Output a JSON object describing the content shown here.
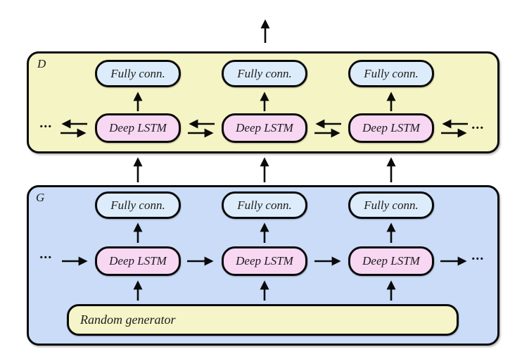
{
  "diagram": {
    "discriminator_label": "D",
    "generator_label": "G",
    "fully_connected_label": "Fully conn.",
    "deep_lstm_label": "Deep LSTM",
    "random_generator_label": "Random generator",
    "ellipsis": "..."
  },
  "colors": {
    "discriminator_fill": "#f5f4c4",
    "generator_fill": "#cadcf8",
    "fully_connected_fill": "#ddecfb",
    "deep_lstm_fill": "#f8d7f3",
    "random_generator_fill": "#f6f5c9",
    "stroke": "#0a0a0a"
  }
}
